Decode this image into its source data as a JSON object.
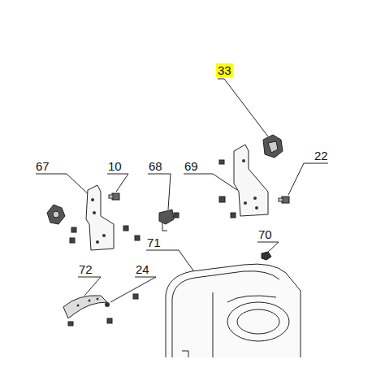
{
  "diagram": {
    "labels": [
      "33",
      "67",
      "10",
      "68",
      "69",
      "22",
      "70",
      "71",
      "72",
      "24"
    ]
  }
}
